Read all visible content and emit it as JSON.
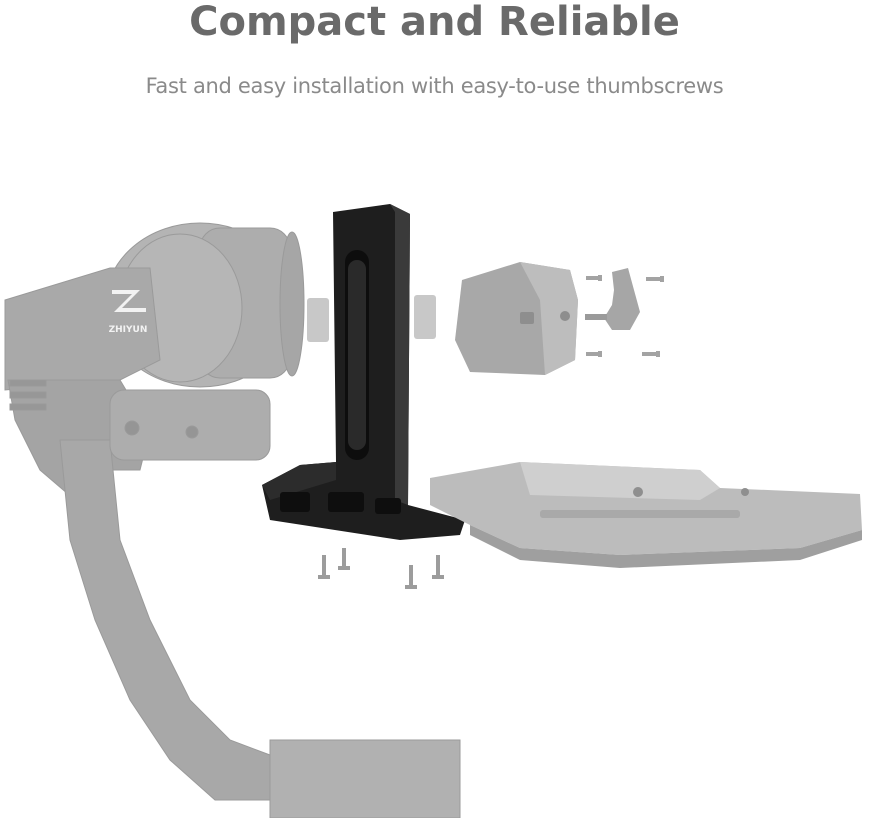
{
  "header": {
    "title": "Compact and Reliable",
    "subtitle": "Fast and easy installation with easy-to-use thumbscrews"
  },
  "product": {
    "logo_text": "ZHIYUN"
  },
  "colors": {
    "gimbal_gray": "#aeaeae",
    "gimbal_shadow": "#959595",
    "bracket_black": "#1c1c1c",
    "plate_gray": "#b8b8b8",
    "screw_gray": "#9a9a9a",
    "text_dark": "#6a6a6a",
    "text_light": "#8a8a8a"
  }
}
